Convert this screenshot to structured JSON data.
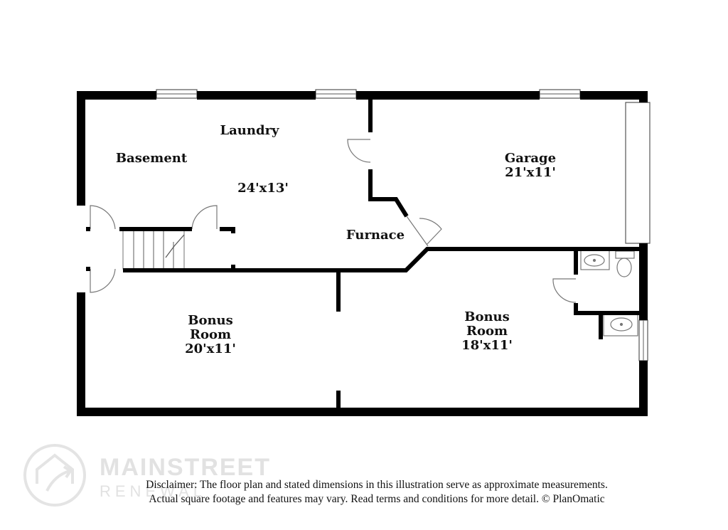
{
  "rooms": {
    "laundry": "Laundry",
    "basement": "Basement",
    "basement_dims": "24'x13'",
    "garage": "Garage",
    "garage_dims": "21'x11'",
    "furnace": "Furnace",
    "bonus_left_line1": "Bonus",
    "bonus_left_line2": "Room",
    "bonus_left_dims": "20'x11'",
    "bonus_right_line1": "Bonus",
    "bonus_right_line2": "Room",
    "bonus_right_dims": "18'x11'"
  },
  "disclaimer": {
    "line1": "Disclaimer: The floor plan and stated dimensions in this illustration serve as approximate measurements.",
    "line2": "Actual square footage and features may vary. Read terms and conditions for more detail. © PlanOmatic"
  },
  "watermark": {
    "brand_line1": "MAINSTREET",
    "brand_line2": "RENEWAL"
  },
  "colors": {
    "wall": "#000000",
    "watermark": "#e2e2e2"
  }
}
